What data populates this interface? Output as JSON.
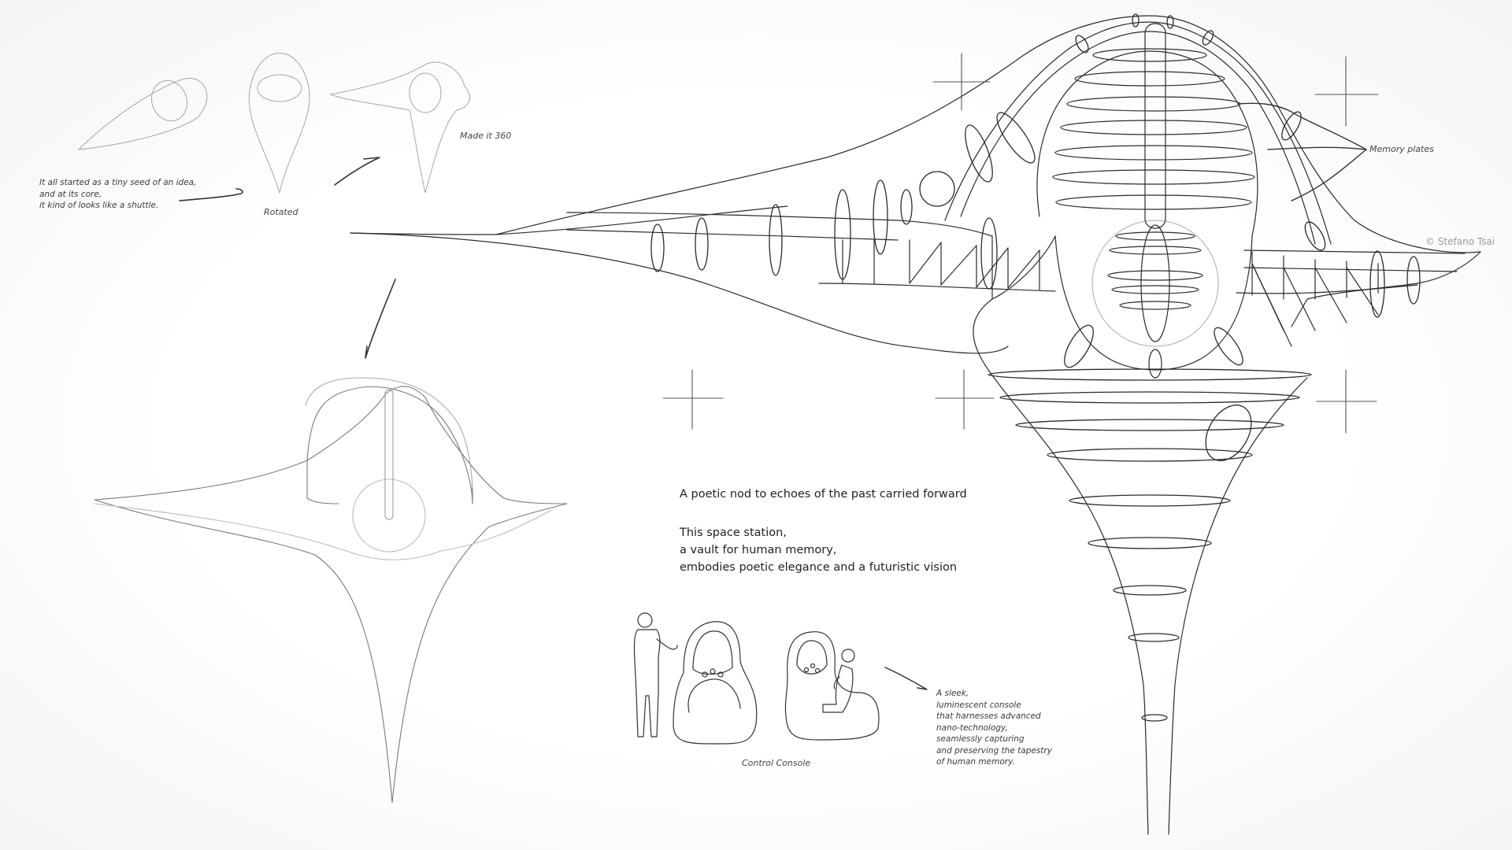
{
  "sketches": {
    "seed_note": [
      "It all started as a tiny seed of an idea,",
      "and at its core,",
      "it kind of looks like a shuttle."
    ],
    "rotated_label": "Rotated",
    "made_360_label": "Made it 360"
  },
  "annotations": {
    "memory_plates": "Memory plates",
    "credit": "© Stefano Tsai"
  },
  "statement": {
    "headline": "A poetic nod to echoes of the past carried forward",
    "lines": [
      "This space station,",
      "a vault for human memory,",
      "embodies poetic elegance and a futuristic vision"
    ]
  },
  "console": {
    "label": "Control Console",
    "description": [
      "A sleek,",
      "luminescent console",
      "that harnesses advanced",
      "nano-technology,",
      "seamlessly capturing",
      "and preserving the tapestry",
      "of human memory."
    ]
  },
  "colors": {
    "ink": "#2b2b2b",
    "light_ink": "#8a8a8a",
    "paper": "#ffffff"
  }
}
